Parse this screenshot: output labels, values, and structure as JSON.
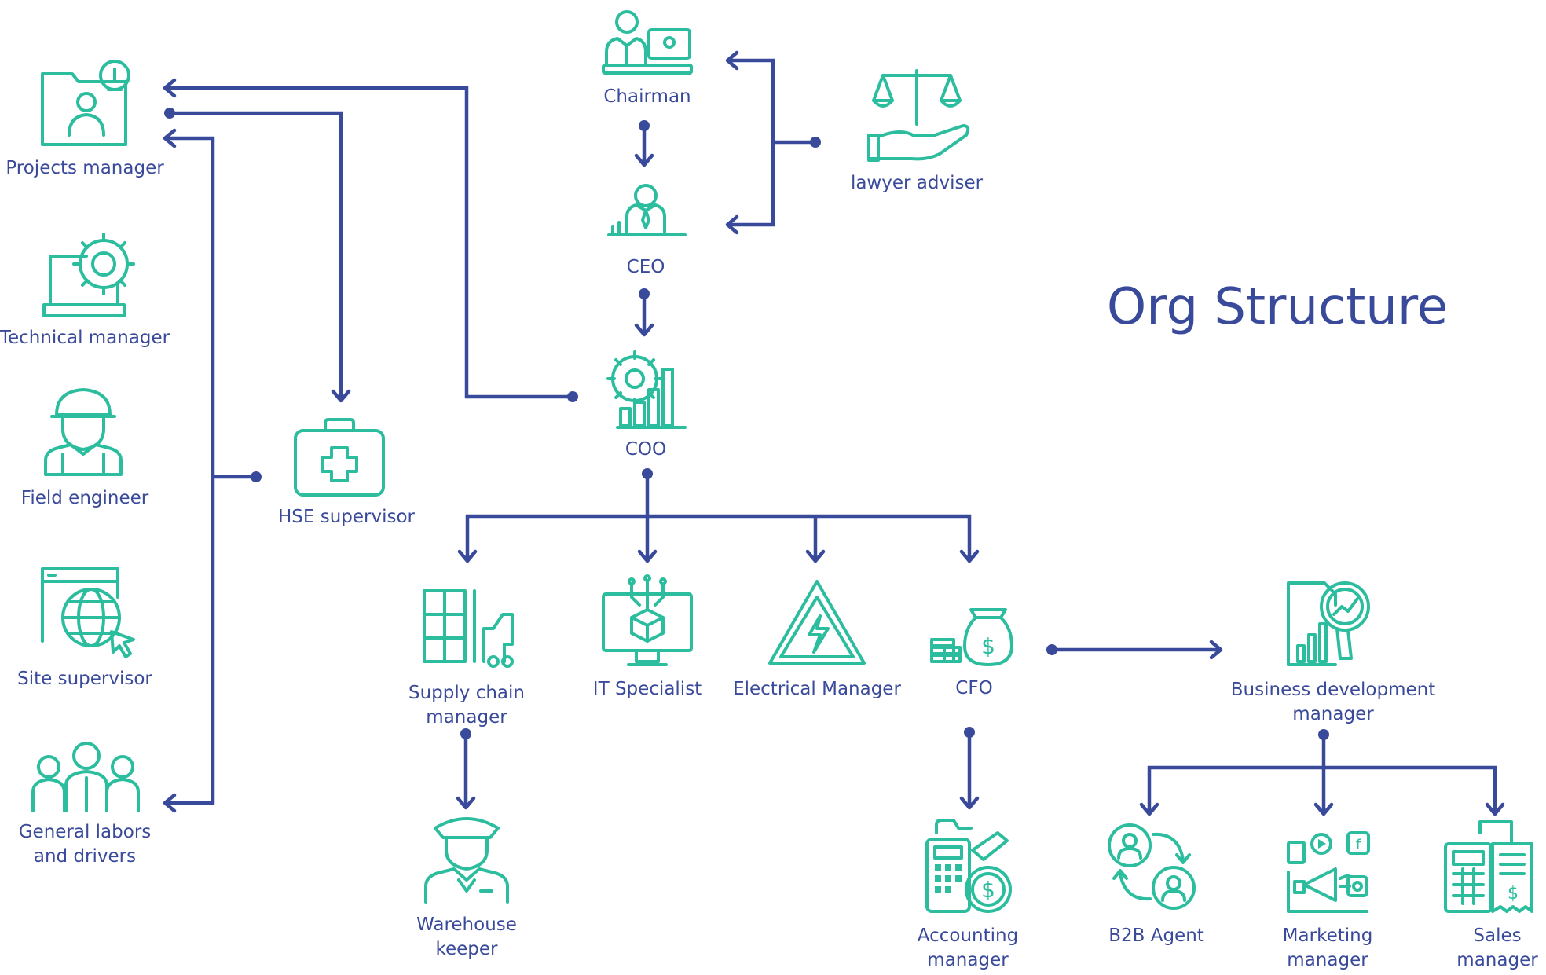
{
  "title": "Org Structure",
  "colors": {
    "connector": "#3a4a9b",
    "icon": "#2bbd9e",
    "text": "#3a4a9b",
    "background": "#ffffff"
  },
  "nodes": {
    "chairman": {
      "label": "Chairman",
      "icon": "chairman-at-desk-icon"
    },
    "ceo": {
      "label": "CEO",
      "icon": "executive-at-desk-icon"
    },
    "lawyer": {
      "label": "lawyer adviser",
      "icon": "scales-in-hand-icon"
    },
    "coo": {
      "label": "COO",
      "icon": "gear-with-bar-chart-icon"
    },
    "projects_manager": {
      "label": "Projects manager",
      "icon": "manager-folder-lightbulb-icon"
    },
    "technical_manager": {
      "label": "Technical manager",
      "icon": "laptop-gear-wrench-icon"
    },
    "field_engineer": {
      "label": "Field engineer",
      "icon": "engineer-hardhat-icon"
    },
    "site_supervisor": {
      "label": "Site supervisor",
      "icon": "browser-globe-cursor-icon"
    },
    "general_labors": {
      "label_lines": [
        "General labors",
        "and drivers"
      ],
      "icon": "group-of-workers-icon"
    },
    "hse_supervisor": {
      "label": "HSE supervisor",
      "icon": "first-aid-kit-icon"
    },
    "supply_chain": {
      "label_lines": [
        "Supply chain",
        "manager"
      ],
      "icon": "shelves-forklift-icon"
    },
    "it_specialist": {
      "label": "IT Specialist",
      "icon": "monitor-cube-circuit-icon"
    },
    "electrical_manager": {
      "label": "Electrical Manager",
      "icon": "high-voltage-warning-icon"
    },
    "cfo": {
      "label": "CFO",
      "icon": "money-bag-coins-icon"
    },
    "business_dev": {
      "label_lines": [
        "Business development",
        "manager"
      ],
      "icon": "report-magnifier-chart-icon"
    },
    "warehouse_keeper": {
      "label_lines": [
        "Warehouse",
        "keeper"
      ],
      "icon": "guard-with-cap-icon"
    },
    "accounting_manager": {
      "label_lines": [
        "Accounting",
        "manager"
      ],
      "icon": "calculator-dollar-pen-icon"
    },
    "b2b_agent": {
      "label": "B2B Agent",
      "icon": "people-exchange-icon"
    },
    "marketing_manager": {
      "label_lines": [
        "Marketing",
        "manager"
      ],
      "icon": "megaphone-social-icon"
    },
    "sales_manager": {
      "label_lines": [
        "Sales",
        "manager"
      ],
      "icon": "cash-register-receipt-icon"
    }
  }
}
